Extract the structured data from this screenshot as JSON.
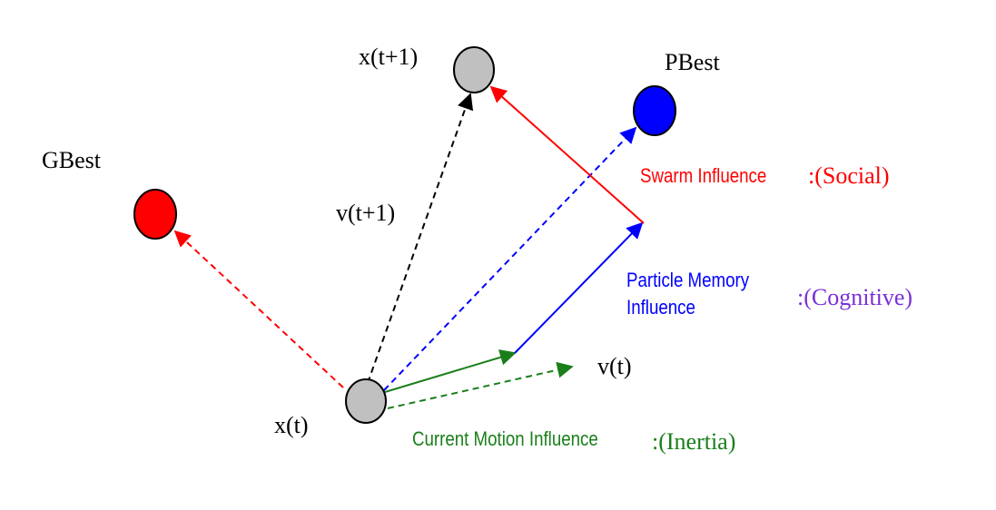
{
  "labels": {
    "xt1": "x(t+1)",
    "pbest": "PBest",
    "gbest": "GBest",
    "vt1": "v(t+1)",
    "swarm": "Swarm Influence",
    "social": ":(Social)",
    "memory_line1": "Particle Memory",
    "memory_line2": "Influence",
    "cognitive": ":(Cognitive)",
    "vt": "v(t)",
    "xt": "x(t)",
    "motion": "Current Motion Influence",
    "inertia": ":(Inertia)"
  },
  "colors": {
    "gbest": "#ff0000",
    "pbest": "#0000ff",
    "particle": "#c0c0c0",
    "swarm": "#ff0000",
    "memory": "#0000ff",
    "cognitive": "#7a2fd6",
    "inertia": "#1a7f1a",
    "text": "#000000"
  }
}
